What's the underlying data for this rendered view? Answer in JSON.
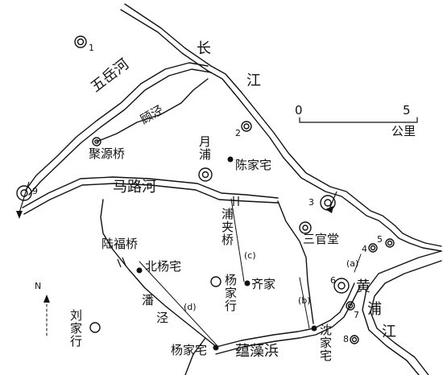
{
  "rivers": {
    "changjiang": [
      "长",
      "江"
    ],
    "wuyue": "五岳河",
    "gujing": "顾泾",
    "malu": "马路河",
    "puxia": [
      "浦",
      "夹",
      "桥"
    ],
    "panjing": [
      "潘",
      "泾"
    ],
    "yunzao": "蕴藻浜",
    "huangpu": [
      "黄",
      "浦",
      "江"
    ],
    "yuepu": [
      "月",
      "浦"
    ]
  },
  "places": {
    "juyuanqiao": "聚源桥",
    "chenjiazhai": "陈家宅",
    "sanguantang": "三官堂",
    "lufuqiao": "陆福桥",
    "beiyangzhai": "北杨宅",
    "yangjiahang": [
      "杨",
      "家",
      "行"
    ],
    "qijia": "齐家",
    "liujiahang": [
      "刘",
      "家",
      "行"
    ],
    "yangjiazhai": "杨家宅",
    "shenjiazhai": [
      "沈",
      "家",
      "宅"
    ]
  },
  "site_numbers": [
    "1",
    "2",
    "3",
    "4",
    "5",
    "6",
    "7",
    "8",
    "9"
  ],
  "section_labels": [
    "(a)",
    "(b)",
    "(c)",
    "(d)"
  ],
  "scale": {
    "zero": "0",
    "five": "5",
    "unit": "公里"
  },
  "north": "N"
}
